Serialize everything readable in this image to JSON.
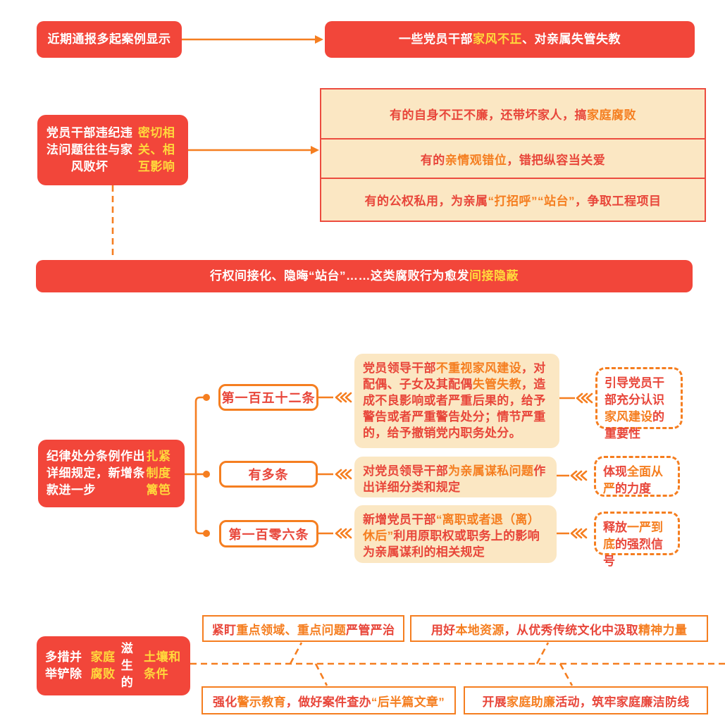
{
  "colors": {
    "red": "#f2463a",
    "red_border": "#ec4c3f",
    "text_red": "#e8463a",
    "orange": "#f57e20",
    "yellow": "#ffd83c",
    "cream": "#fbe7c3"
  },
  "section1": {
    "source": {
      "segments": [
        {
          "t": "近期通报多起案例显示",
          "c": "white"
        }
      ]
    },
    "result": {
      "segments": [
        {
          "t": "一些党员干部",
          "c": "white"
        },
        {
          "t": "家风不正",
          "c": "yellow"
        },
        {
          "t": "、对亲属失管失教",
          "c": "white"
        }
      ]
    }
  },
  "section2": {
    "cause": {
      "segments": [
        {
          "t": "党员干部违纪违法问题往往与家风败坏",
          "c": "white"
        },
        {
          "t": "密切相关、相互影响",
          "c": "yellow"
        }
      ]
    },
    "examples": [
      {
        "segments": [
          {
            "t": "有的自身不正不廉，还带坏家人，搞",
            "c": "red"
          },
          {
            "t": "家庭腐败",
            "c": "orange"
          }
        ]
      },
      {
        "segments": [
          {
            "t": "有的",
            "c": "red"
          },
          {
            "t": "亲情观错位",
            "c": "orange"
          },
          {
            "t": "，错把纵容当关爱",
            "c": "red"
          }
        ]
      },
      {
        "segments": [
          {
            "t": "有的公权私用，为亲属",
            "c": "red"
          },
          {
            "t": "“打招呼”“站台”",
            "c": "orange"
          },
          {
            "t": "，争取工程项目",
            "c": "red"
          }
        ]
      }
    ],
    "conclusion": {
      "segments": [
        {
          "t": "行权间接化、隐晦“站台”……这类腐败行为愈发",
          "c": "white"
        },
        {
          "t": "间接隐蔽",
          "c": "yellow"
        }
      ]
    }
  },
  "section3": {
    "intro": {
      "segments": [
        {
          "t": "纪律处分条例作出详细规定，新增条款进一步",
          "c": "white"
        },
        {
          "t": "扎紧制度篱笆",
          "c": "yellow"
        }
      ]
    },
    "rows": [
      {
        "label": "第一百五十二条",
        "content": {
          "segments": [
            {
              "t": "党员领导干部",
              "c": "red"
            },
            {
              "t": "不重视家风建设",
              "c": "orange"
            },
            {
              "t": "，对配偶、子女及其配偶",
              "c": "red"
            },
            {
              "t": "失管失教",
              "c": "orange"
            },
            {
              "t": "，造成不良影响或者严重后果的，给予警告或者严重警告处分；情节严重的，给予撤销党内职务处分。",
              "c": "red"
            }
          ]
        },
        "note": {
          "segments": [
            {
              "t": "引导党员干部充分认识",
              "c": "red"
            },
            {
              "t": "家风建设",
              "c": "orange"
            },
            {
              "t": "的重要性",
              "c": "red"
            }
          ]
        }
      },
      {
        "label": "有多条",
        "content": {
          "segments": [
            {
              "t": "对党员领导干部",
              "c": "red"
            },
            {
              "t": "为亲属谋私问题",
              "c": "orange"
            },
            {
              "t": "作出详细分类和规定",
              "c": "red"
            }
          ]
        },
        "note": {
          "segments": [
            {
              "t": "体现",
              "c": "red"
            },
            {
              "t": "全面从严",
              "c": "orange"
            },
            {
              "t": "的力度",
              "c": "red"
            }
          ]
        }
      },
      {
        "label": "第一百零六条",
        "content": {
          "segments": [
            {
              "t": "新增党员干部",
              "c": "red"
            },
            {
              "t": "“离职或者退（离）休后”",
              "c": "orange"
            },
            {
              "t": "利用原职权或职务上的影响为亲属谋利的相关规定",
              "c": "red"
            }
          ]
        },
        "note": {
          "segments": [
            {
              "t": "释放",
              "c": "red"
            },
            {
              "t": "一严到底",
              "c": "orange"
            },
            {
              "t": "的强烈信号",
              "c": "red"
            }
          ]
        }
      }
    ]
  },
  "section4": {
    "intro": {
      "segments": [
        {
          "t": "多措并举铲除",
          "c": "white"
        },
        {
          "t": "家庭腐败",
          "c": "yellow"
        },
        {
          "t": "滋生的",
          "c": "white"
        },
        {
          "t": "土壤和条件",
          "c": "yellow"
        }
      ]
    },
    "measures": [
      {
        "segments": [
          {
            "t": "紧盯",
            "c": "red"
          },
          {
            "t": "重点领域、重点问题",
            "c": "orange"
          },
          {
            "t": "严管严治",
            "c": "red"
          }
        ]
      },
      {
        "segments": [
          {
            "t": "用好",
            "c": "red"
          },
          {
            "t": "本地资源",
            "c": "orange"
          },
          {
            "t": "，从优秀传统文化中汲取",
            "c": "red"
          },
          {
            "t": "精神力量",
            "c": "orange"
          }
        ]
      },
      {
        "segments": [
          {
            "t": "强化",
            "c": "red"
          },
          {
            "t": "警示教育",
            "c": "orange"
          },
          {
            "t": "，做好案件查办",
            "c": "red"
          },
          {
            "t": "“后半篇文章”",
            "c": "orange"
          }
        ]
      },
      {
        "segments": [
          {
            "t": "开展",
            "c": "red"
          },
          {
            "t": "家庭助廉",
            "c": "orange"
          },
          {
            "t": "活动，筑牢家庭廉洁防线",
            "c": "red"
          }
        ]
      }
    ]
  }
}
